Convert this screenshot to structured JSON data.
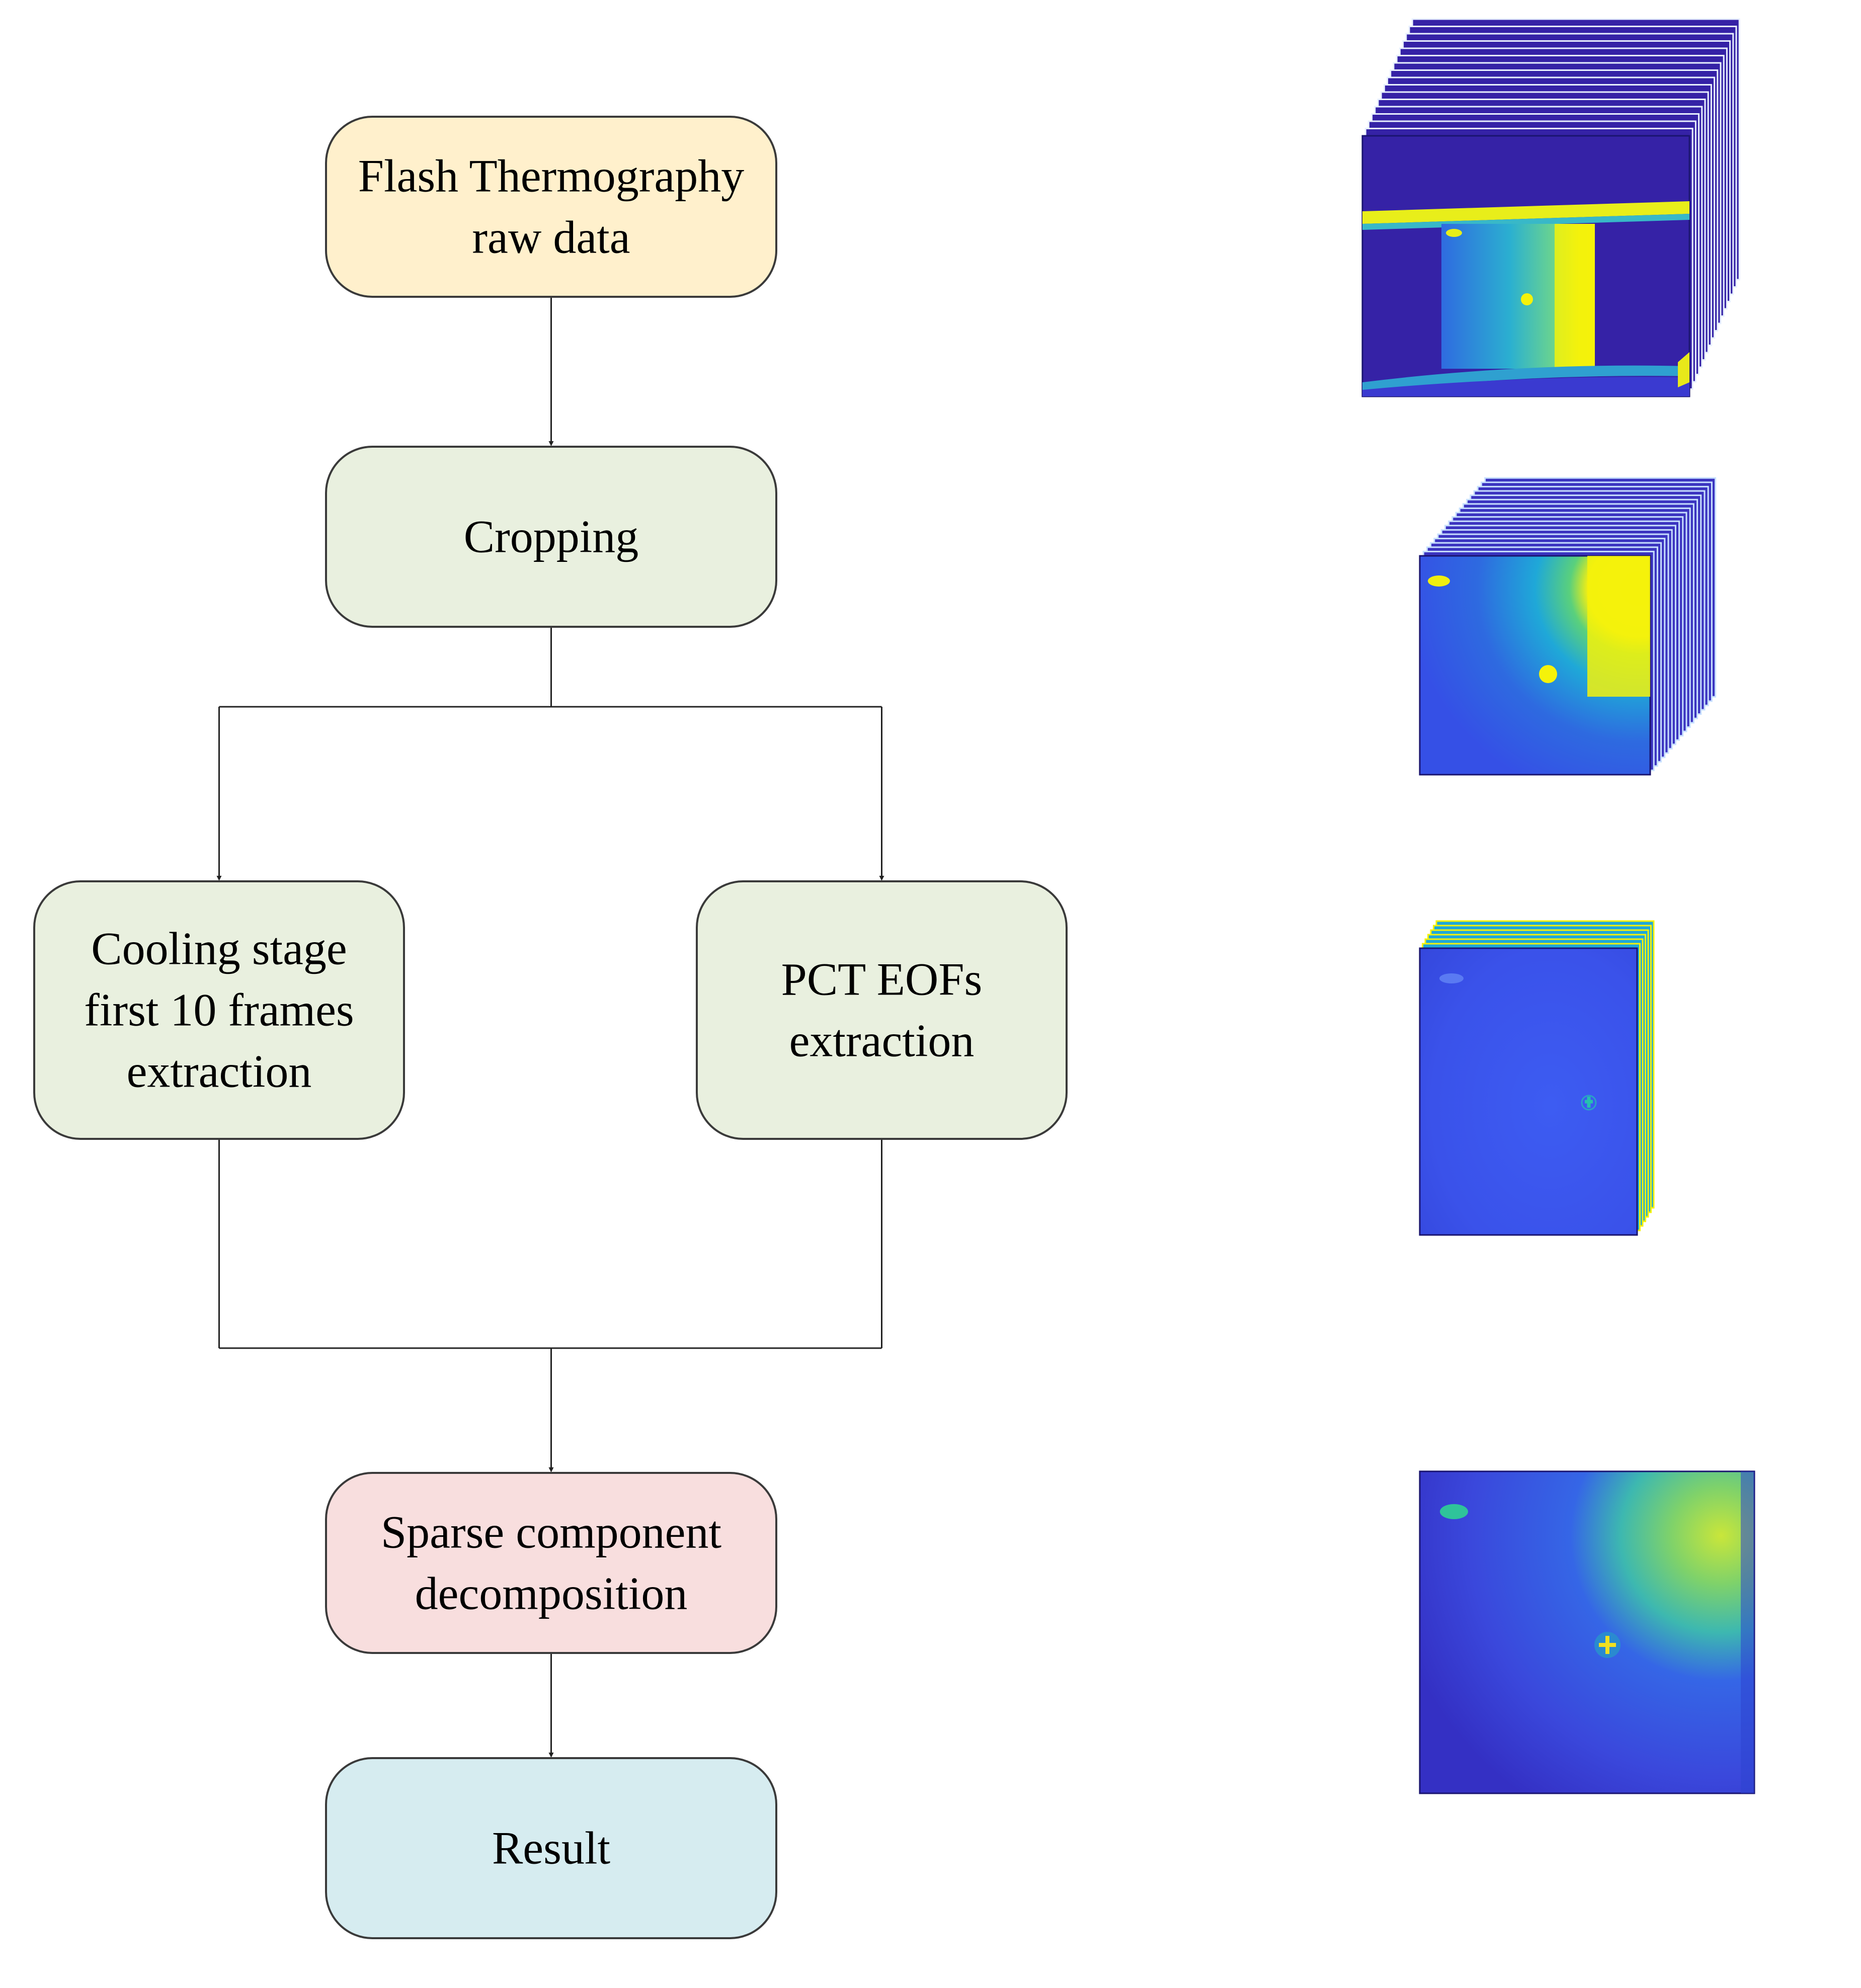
{
  "flowchart": {
    "nodes": [
      {
        "id": "raw",
        "lines": [
          "Flash Thermography",
          "raw data"
        ],
        "fill": "#fff0cc"
      },
      {
        "id": "crop",
        "lines": [
          "Cropping"
        ],
        "fill": "#e9f0df"
      },
      {
        "id": "cooling",
        "lines": [
          "Cooling stage",
          "first 10 frames",
          "extraction"
        ],
        "fill": "#e9f0df"
      },
      {
        "id": "pct",
        "lines": [
          "PCT EOFs",
          "extraction"
        ],
        "fill": "#e9f0df"
      },
      {
        "id": "sparse",
        "lines": [
          "Sparse component",
          "decomposition"
        ],
        "fill": "#f8dede"
      },
      {
        "id": "result",
        "lines": [
          "Result"
        ],
        "fill": "#d6ecf0"
      }
    ],
    "stroke": "#3a3a3a",
    "line_color": "#222222"
  },
  "thumbnails": [
    {
      "id": "raw-stack",
      "kind": "raw frame stack"
    },
    {
      "id": "cropped-stack",
      "kind": "cropped frame stack"
    },
    {
      "id": "eof-stack",
      "kind": "EOF image stack"
    },
    {
      "id": "result-image",
      "kind": "single result image"
    }
  ],
  "colors": {
    "thermal_dark": "#3522a6",
    "thermal_blue": "#3b4fe8",
    "thermal_cyan": "#1fa8d8",
    "thermal_green": "#3ccf8e",
    "thermal_yellow": "#f5f20a"
  }
}
